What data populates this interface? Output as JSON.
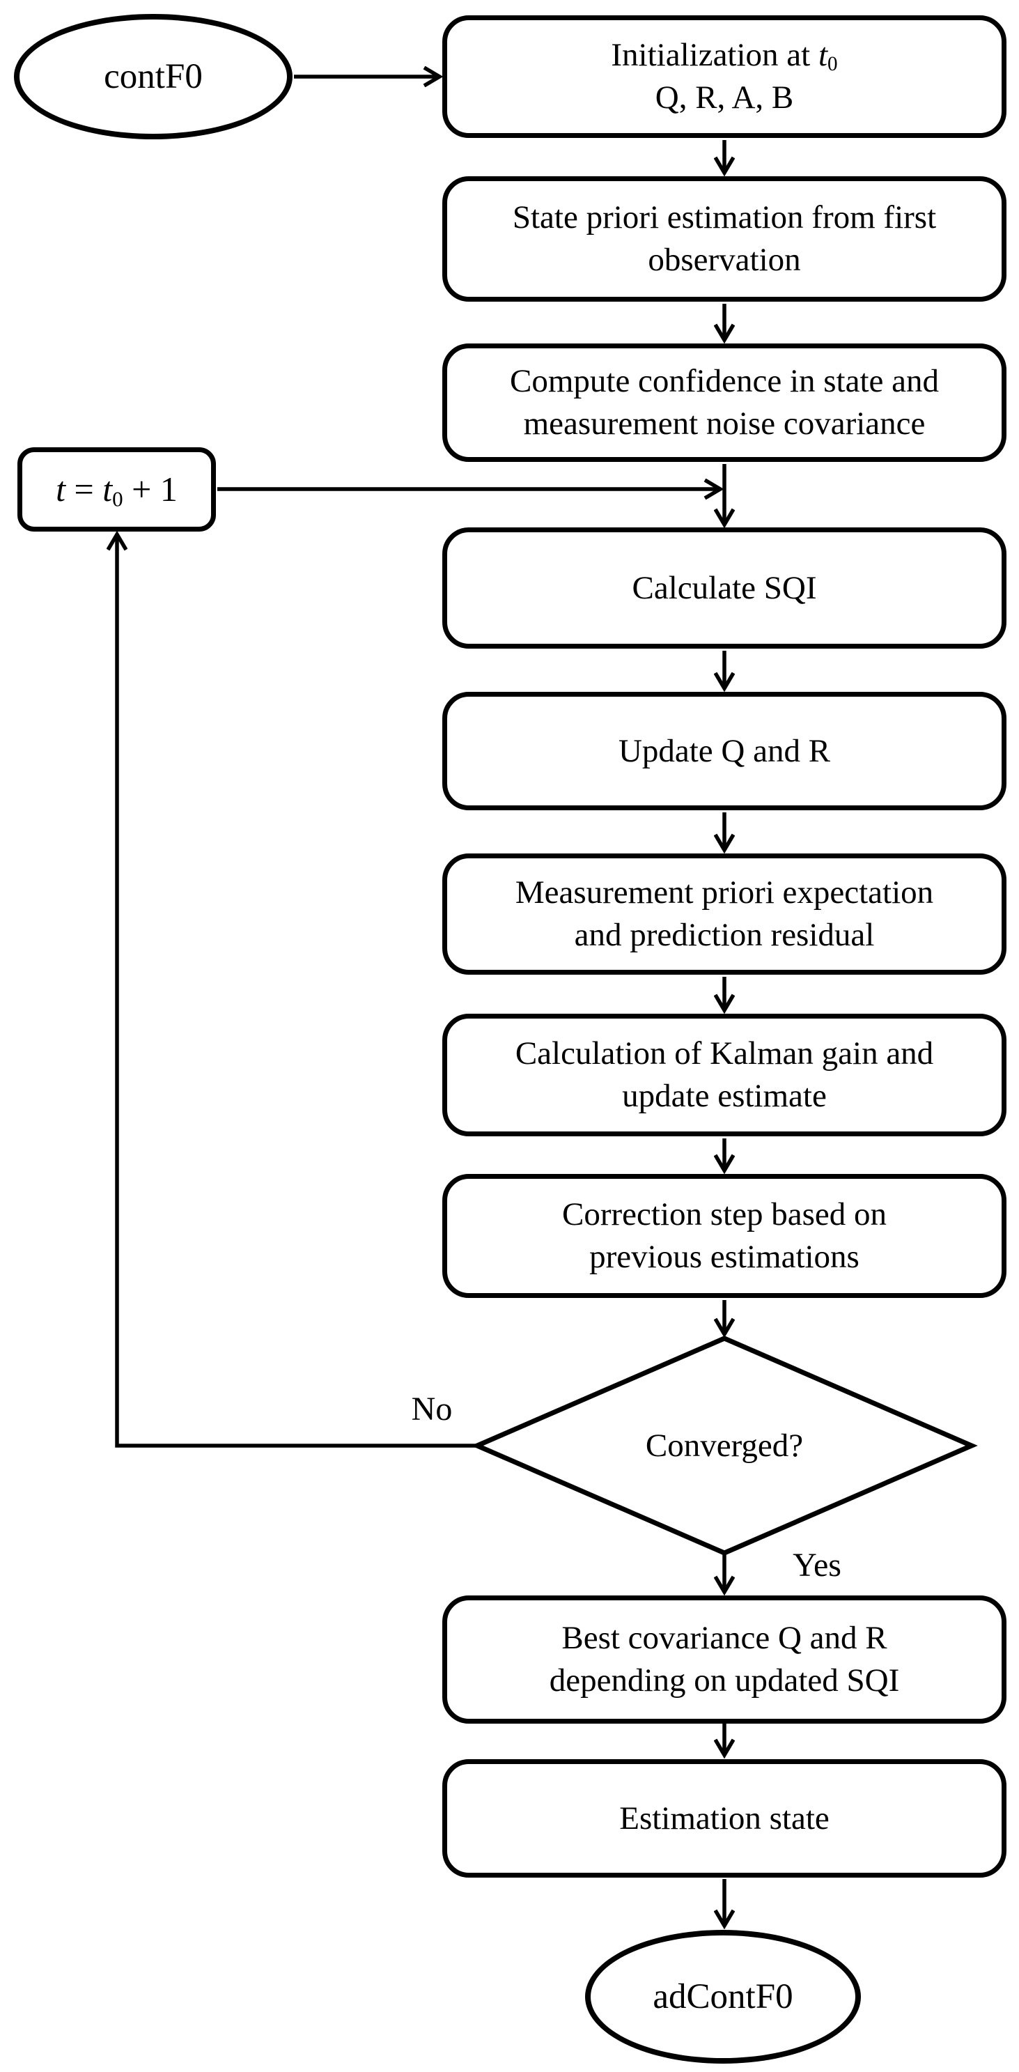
{
  "flowchart": {
    "start": {
      "label": "contF0"
    },
    "end": {
      "label": "adContF0"
    },
    "boxes": {
      "initialization": {
        "line1_prefix": "Initialization at ",
        "line1_var": "t",
        "line1_sub": "0",
        "line2": "Q, R, A, B"
      },
      "state_priori": {
        "line1": "State priori estimation from first",
        "line2": "observation"
      },
      "compute_confidence": {
        "line1": "Compute confidence in state and",
        "line2": "measurement noise covariance"
      },
      "calculate_sqi": {
        "label": "Calculate SQI"
      },
      "update_qr": {
        "label": "Update Q and R"
      },
      "measurement_priori": {
        "line1": "Measurement priori expectation",
        "line2": "and prediction residual"
      },
      "kalman_gain": {
        "line1": "Calculation of Kalman gain and",
        "line2": "update estimate"
      },
      "correction_step": {
        "line1": "Correction step based on",
        "line2": "previous estimations"
      },
      "best_covariance": {
        "line1": "Best covariance Q and R",
        "line2": "depending on updated SQI"
      },
      "estimation_state": {
        "label": "Estimation state"
      }
    },
    "loop_box": {
      "var1": "t",
      "equals": " = ",
      "var2": "t",
      "sub": "0",
      "suffix": " + 1"
    },
    "decision": {
      "label": "Converged?"
    },
    "edge_labels": {
      "no": "No",
      "yes": "Yes"
    },
    "colors": {
      "stroke": "#000000",
      "fill": "#ffffff"
    }
  }
}
